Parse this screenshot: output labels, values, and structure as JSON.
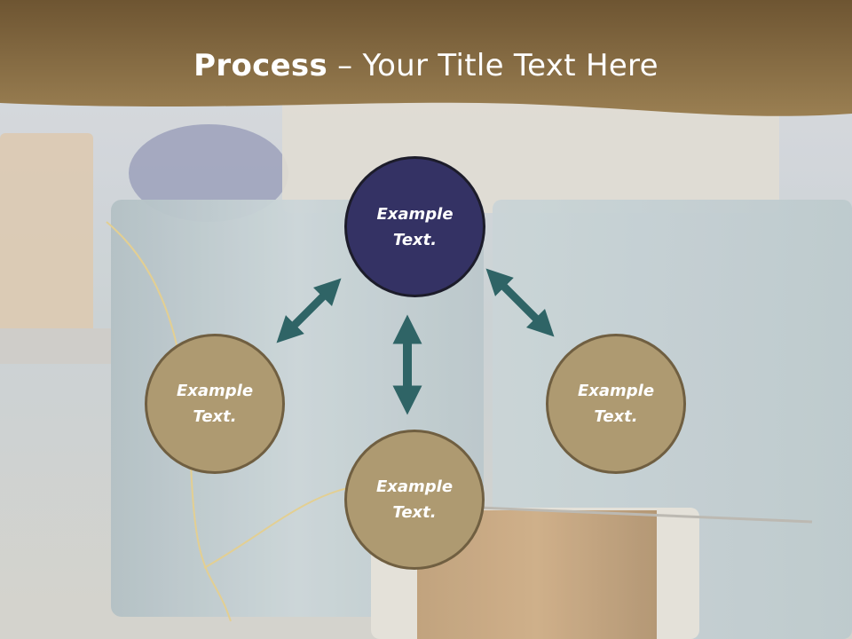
{
  "title": {
    "bold": "Process",
    "rest": " – Your Title Text Here"
  },
  "diagram": {
    "nodes": [
      {
        "id": "top",
        "text": "Example Text.",
        "color": "#343264"
      },
      {
        "id": "left",
        "text": "Example Text.",
        "color": "#ae9a71"
      },
      {
        "id": "right",
        "text": "Example Text.",
        "color": "#ae9a71"
      },
      {
        "id": "bottom",
        "text": "Example Text.",
        "color": "#ae9a71"
      }
    ],
    "arrow_color": "#2f6466",
    "arrows": [
      {
        "from": "top",
        "to": "left",
        "style": "double-headed"
      },
      {
        "from": "top",
        "to": "right",
        "style": "double-headed"
      },
      {
        "from": "top",
        "to": "bottom",
        "style": "double-headed"
      }
    ]
  },
  "colors": {
    "header_band": "#8a6e44",
    "background": "#c9cdd0"
  },
  "background_image": "thread-spools-photo"
}
